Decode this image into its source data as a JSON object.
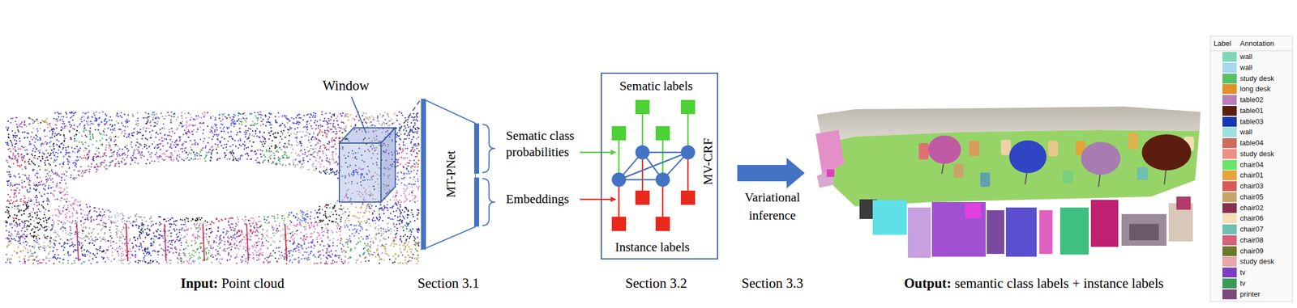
{
  "diagram": {
    "nodes": [
      {
        "text": [
          "MT-PNet"
        ]
      },
      {
        "text": [
          "Sematic labels",
          "MV-CRF",
          "Instance labels"
        ]
      }
    ],
    "labels": [
      "Window",
      "Sematic class probabilities",
      "Embeddings",
      "Variational inference",
      "Input:",
      "Point cloud",
      "Section 3.1",
      "Section 3.2",
      "Section 3.3",
      "Output:",
      "semantic class labels + instance labels",
      "Label",
      "Annotation"
    ],
    "legend": [
      {
        "text": "wall",
        "color": "#7fd6b9"
      },
      {
        "text": "wall",
        "color": "#a6d9ec"
      },
      {
        "text": "study desk",
        "color": "#55c26a"
      },
      {
        "text": "long desk",
        "color": "#e0902e"
      },
      {
        "text": "table02",
        "color": "#b77fb5"
      },
      {
        "text": "table01",
        "color": "#5a1e0f"
      },
      {
        "text": "table03",
        "color": "#1538b0"
      },
      {
        "text": "wall",
        "color": "#9fe0e0"
      },
      {
        "text": "table04",
        "color": "#cc6b5e"
      },
      {
        "text": "study desk",
        "color": "#ec8f85"
      },
      {
        "text": "chair04",
        "color": "#6be46b"
      },
      {
        "text": "chair01",
        "color": "#e6a23b"
      },
      {
        "text": "chair03",
        "color": "#d95a5a"
      },
      {
        "text": "chair05",
        "color": "#c9a469"
      },
      {
        "text": "chair02",
        "color": "#8b2f4f"
      },
      {
        "text": "chair06",
        "color": "#f3dfb5"
      },
      {
        "text": "chair07",
        "color": "#6fbfb0"
      },
      {
        "text": "chair08",
        "color": "#d7607a"
      },
      {
        "text": "chair09",
        "color": "#6b7a2a"
      },
      {
        "text": "study desk",
        "color": "#e7a6ad"
      },
      {
        "text": "tv",
        "color": "#7a3fbf"
      },
      {
        "text": "tv",
        "color": "#3a9a55"
      },
      {
        "text": "printer",
        "color": "#7a4a7a"
      }
    ]
  }
}
